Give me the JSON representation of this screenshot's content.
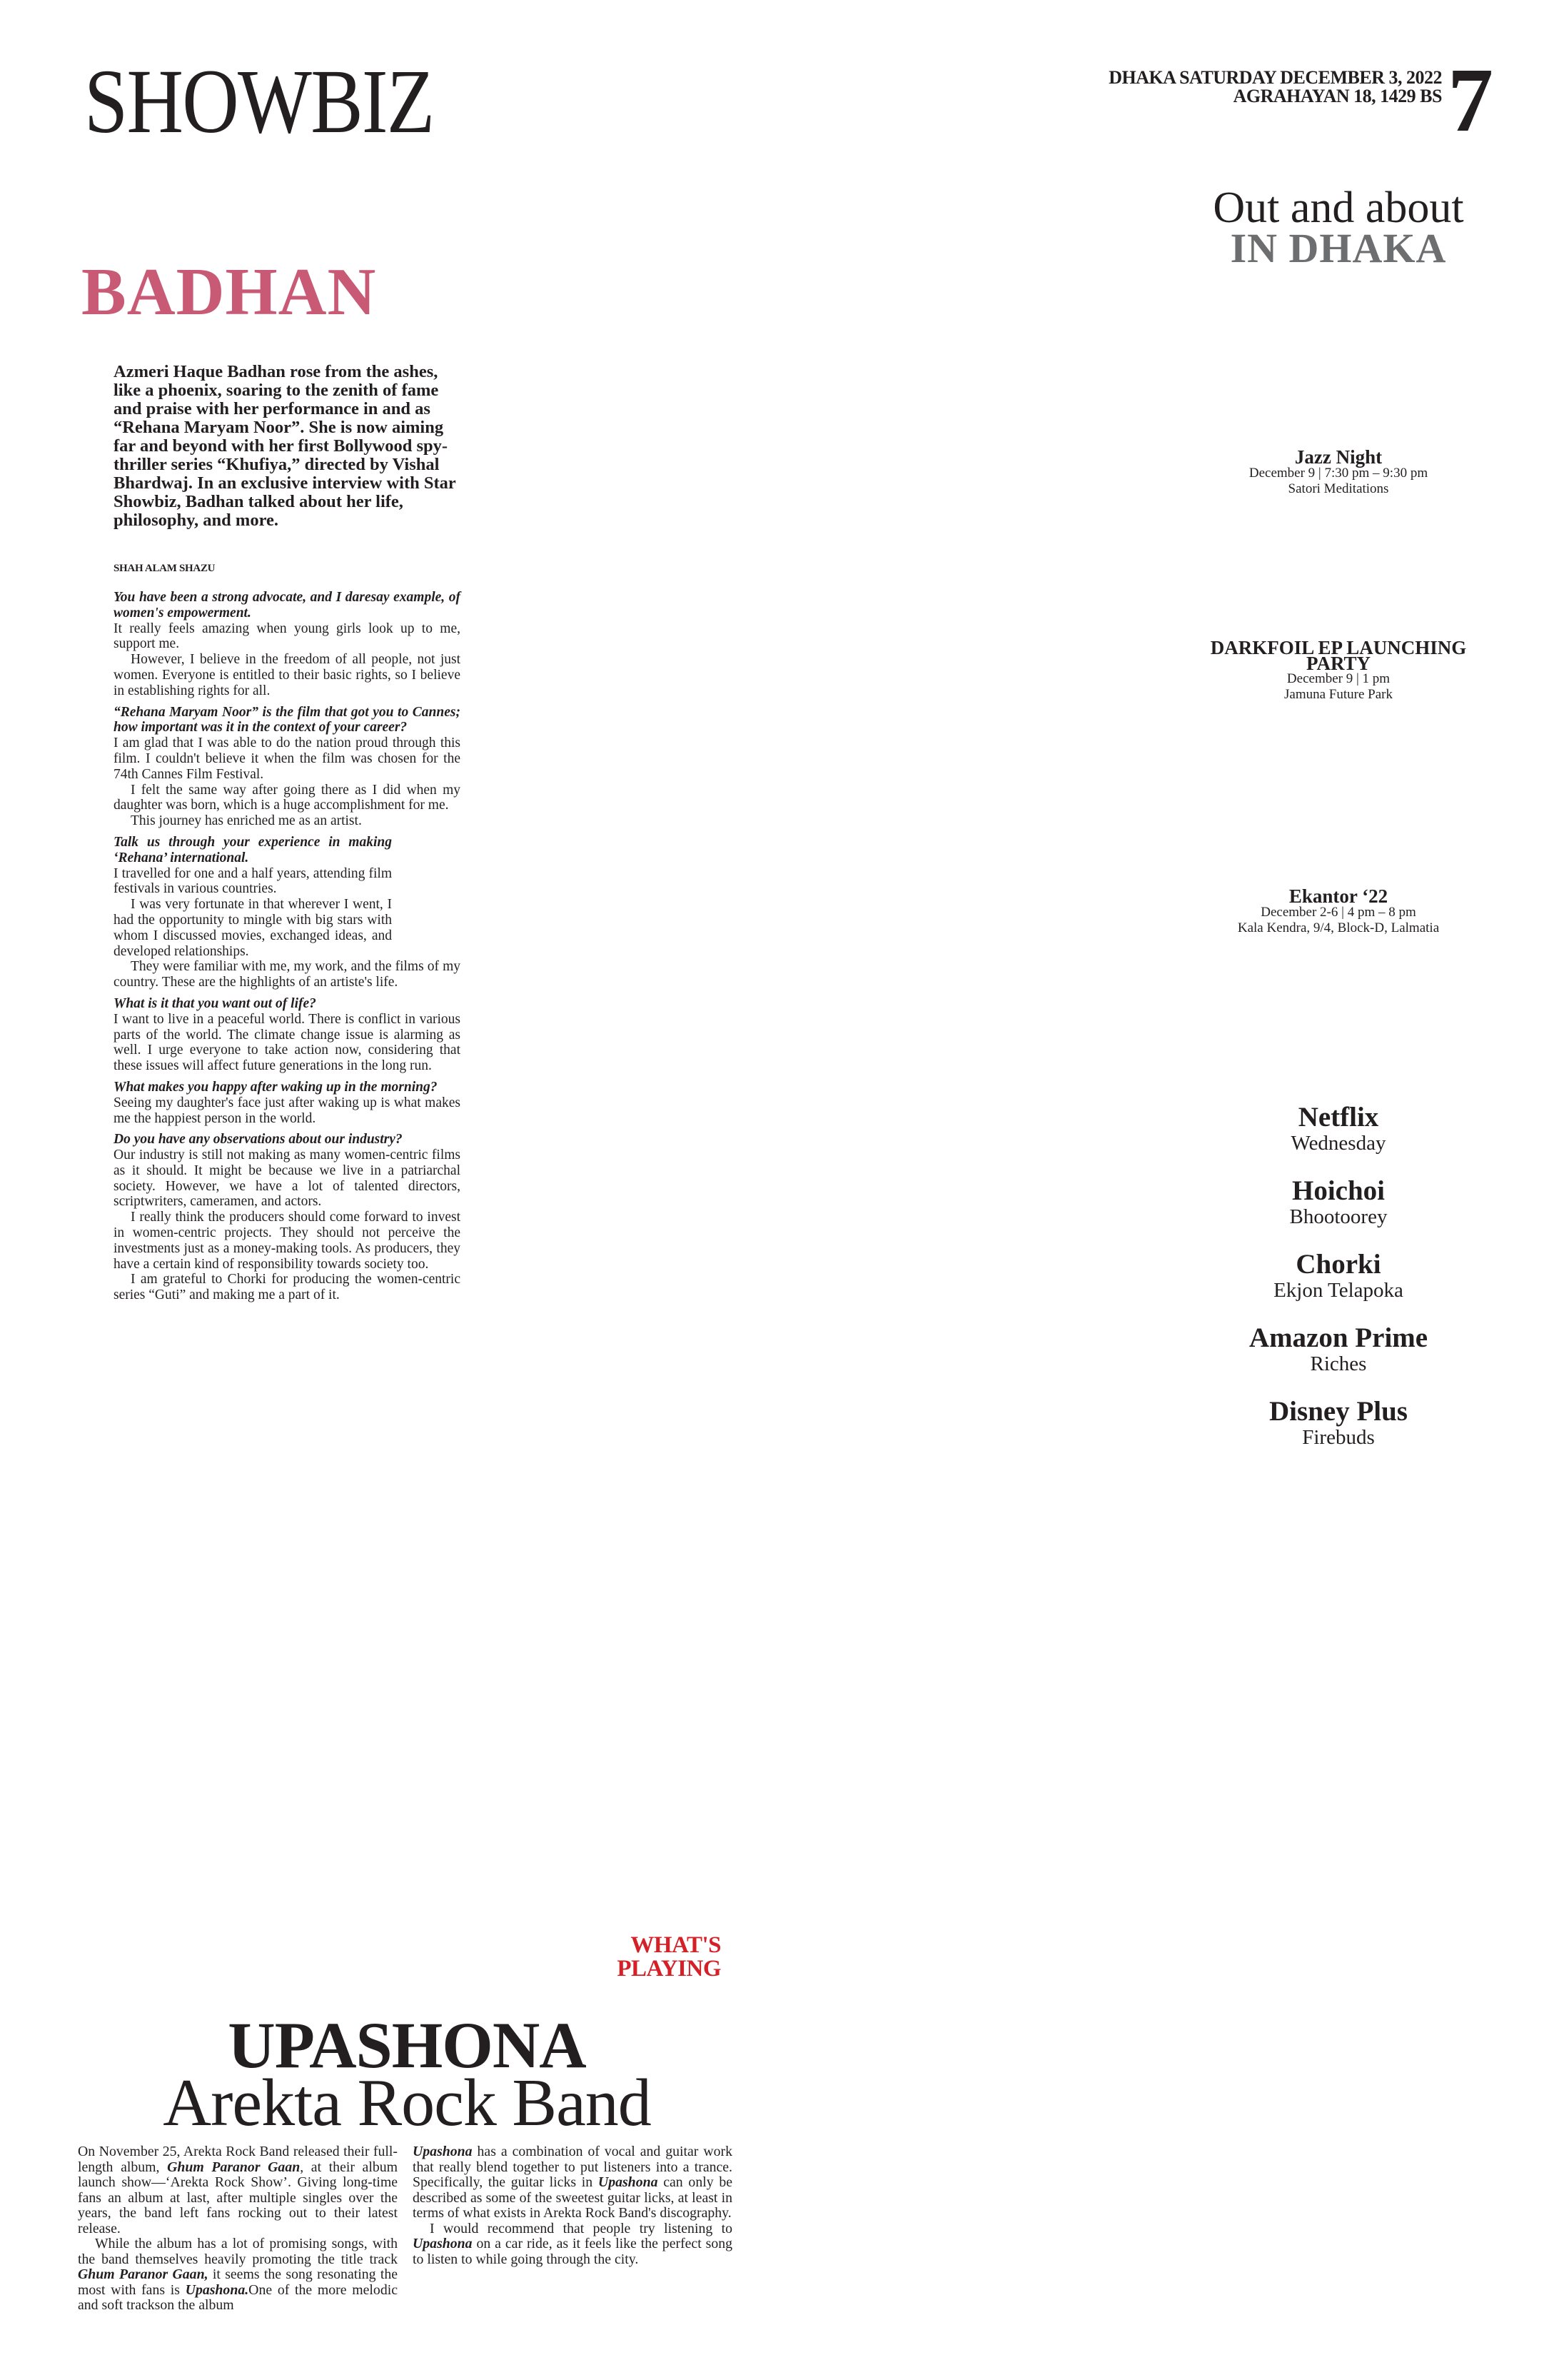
{
  "header": {
    "section": "SHOWBIZ",
    "date_line1": "DHAKA SATURDAY DECEMBER 3, 2022",
    "date_line2": "AGRAHAYAN 18, 1429 BS",
    "page_number": "7"
  },
  "colors": {
    "badhan": "#c95a75",
    "whats_playing": "#d42027",
    "in_dhaka": "#6d6e70"
  },
  "interview": {
    "headline": "BADHAN",
    "lead": "Azmeri Haque Badhan rose from the ashes, like a phoenix, soaring to the zenith of fame and praise with her performance in and as “Rehana Maryam Noor”. She is now aiming far and beyond with her first Bollywood spy-thriller series “Khufiya,” directed by Vishal Bhardwaj. In an exclusive interview with Star Showbiz, Badhan talked about her life, philosophy, and more.",
    "byline": "SHAH ALAM SHAZU",
    "paragraphs": [
      "You have been a strong advocate, and I daresay example, of women's empowerment.",
      "It really feels amazing when young girls look up to me, support me.",
      "However, I believe in the freedom of all people, not just women. Everyone is entitled to their basic rights, so I believe in establishing rights for all.",
      "“Rehana Maryam Noor” is the film that got you to Cannes; how important was it in the context of your career?",
      "I am glad that I was able to do the nation proud through this film. I couldn't believe it when the film was chosen for the 74th Cannes Film Festival.",
      "I felt the same way after going there as I did when my daughter was born, which is a huge accomplishment for me.",
      "This journey has enriched me as an artist.",
      "Talk us through your experience in making ‘Rehana’ international.",
      "I travelled for one and a half years, attending film festivals in various countries.",
      "I was very fortunate in that wherever I went, I had the opportunity to mingle with big stars with whom I discussed movies, exchanged ideas, and developed relationships.",
      "They were familiar with me, my work, and the films of my country. These are the highlights of an artiste's life.",
      "What is it that you want out of life?",
      "I want to live in a peaceful world. There is conflict in various parts of the world. The climate change issue is alarming as well. I urge everyone to take action now, considering that these issues will affect future generations in the long run.",
      "What makes you happy after waking up in the morning?",
      "Seeing my daughter's face just after waking up is what makes me the happiest person in the world.",
      "Do you have any observations about our industry?",
      "Our industry is still not making as many women-centric films as it should. It might be because we live in a patriarchal society. However, we have a lot of talented directors, scriptwriters, cameramen, and actors.",
      "I really think the producers should come forward to invest in women-centric projects. They should not perceive the investments just as a money-making tools. As producers, they have a certain kind of responsibility towards society too.",
      "I am grateful to Chorki for producing the women-centric series “Guti” and making me a part of it."
    ]
  },
  "out_and_about": {
    "title_line1": "Out and about",
    "title_line2": "IN DHAKA",
    "events": [
      {
        "name": "Jazz Night",
        "when": "December 9 | 7:30 pm – 9:30 pm",
        "where": "Satori Meditations"
      },
      {
        "name": "DARKFOIL EP LAUNCHING PARTY",
        "when": "December 9 | 1 pm",
        "where": "Jamuna Future Park"
      },
      {
        "name": "Ekantor ‘22",
        "when": "December 2-6 | 4 pm – 8 pm",
        "where": "Kala Kendra, 9/4, Block-D, Lalmatia"
      }
    ]
  },
  "streaming": [
    {
      "platform": "Netflix",
      "title": "Wednesday"
    },
    {
      "platform": "Hoichoi",
      "title": "Bhootoorey"
    },
    {
      "platform": "Chorki",
      "title": "Ekjon Telapoka"
    },
    {
      "platform": "Amazon Prime",
      "title": "Riches"
    },
    {
      "platform": "Disney Plus",
      "title": "Firebuds"
    }
  ],
  "whats_playing": {
    "kicker_line1": "WHAT'S",
    "kicker_line2": "PLAYING",
    "title": "UPASHONA",
    "subtitle": "Arekta Rock Band",
    "seg": {
      "p1a": "On November 25, Arekta Rock Band released their full-length album, ",
      "p1b": "Ghum Paranor Gaan",
      "p1c": ", at their album launch show—‘Arekta Rock Show’. Giving long-time fans an album at last, after multiple singles over the years, the band left fans rocking out to their latest release.",
      "p2a": "While the album has a lot of promising songs, with the band themselves heavily promoting the title track ",
      "p2b": "Ghum Paranor Gaan,",
      "p2c": " it seems the song resonating the most with fans is ",
      "p2d": "Upashona.",
      "p2e": "One of the more melodic and soft trackson the album ",
      "p2f": "Upashona",
      "p2g": " has a combination of vocal and guitar work that really blend together to put listeners into a trance. Specifically, the guitar licks in ",
      "p2h": "Upashona",
      "p2i": " can only be described as some of the sweetest guitar licks, at least in terms of what exists in Arekta Rock Band's discography.",
      "p3a": "I would recommend that people try listening to ",
      "p3b": "Upashona",
      "p3c": " on a car ride, as it feels like the perfect song to listen to while going through the city."
    }
  }
}
